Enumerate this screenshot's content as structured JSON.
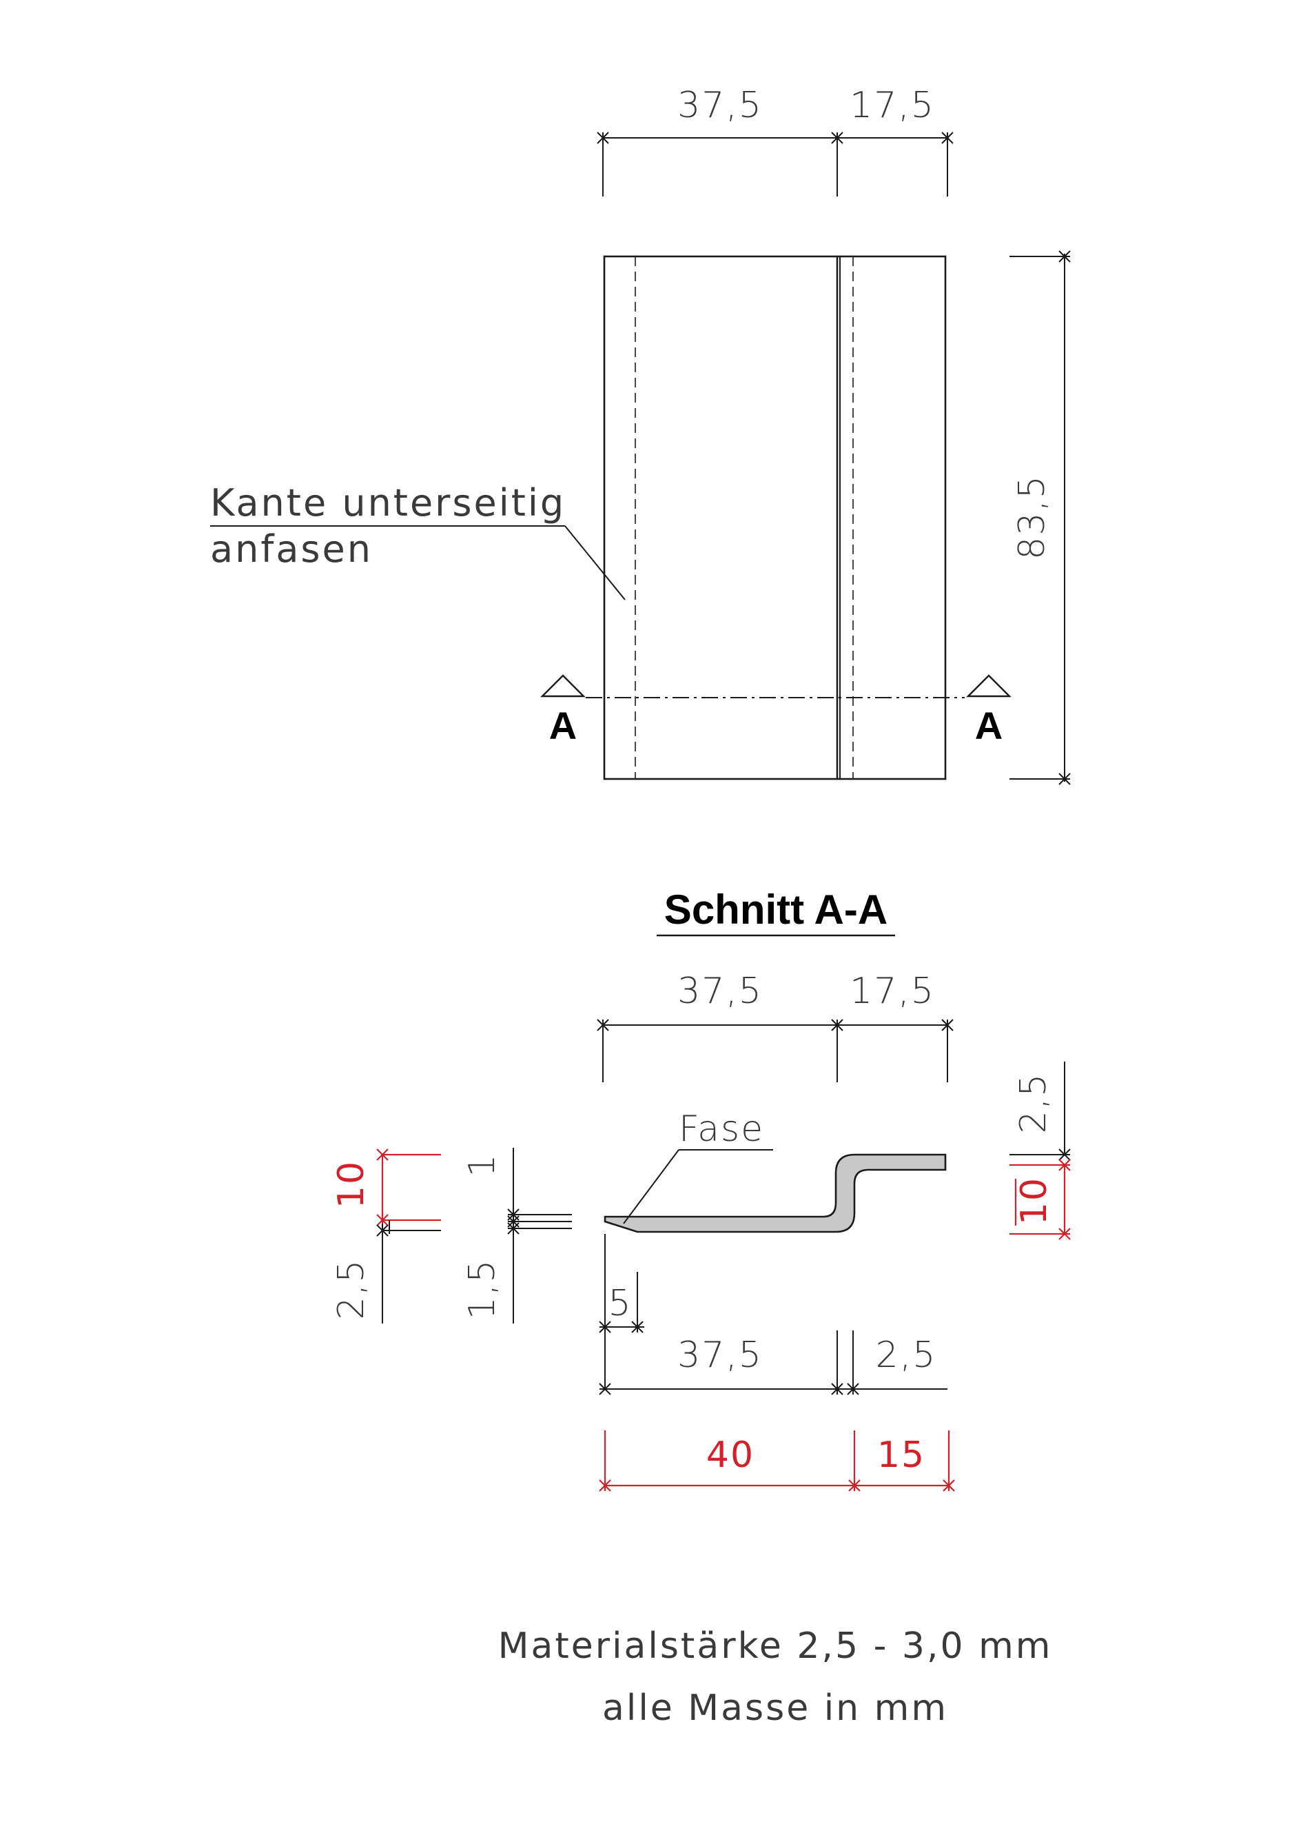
{
  "top_view": {
    "dim_width_left": "37,5",
    "dim_width_right": "17,5",
    "dim_height": "83,5",
    "note_line1": "Kante unterseitig",
    "note_line2": "anfasen",
    "cut_marker_left": "A",
    "cut_marker_right": "A"
  },
  "section": {
    "title": "Schnitt A-A",
    "dim_top_left": "37,5",
    "dim_top_right": "17,5",
    "label_fase": "Fase",
    "dim_right_top": "2,5",
    "dim_right_red": "10",
    "dim_left_red": "10",
    "dim_left_black": "2,5",
    "dim_mid_top": "1",
    "dim_mid_bottom": "1,5",
    "dim_chamfer": "5",
    "dim_bottom_left": "37,5",
    "dim_bottom_right": "2,5",
    "dim_red_left": "40",
    "dim_red_right": "15"
  },
  "footer": {
    "line1": "Materialstärke 2,5 - 3,0 mm",
    "line2": "alle Masse in mm"
  },
  "colors": {
    "line": "#1a1a1a",
    "red_dimension": "#d1222b",
    "section_fill": "#c8c8c8"
  }
}
